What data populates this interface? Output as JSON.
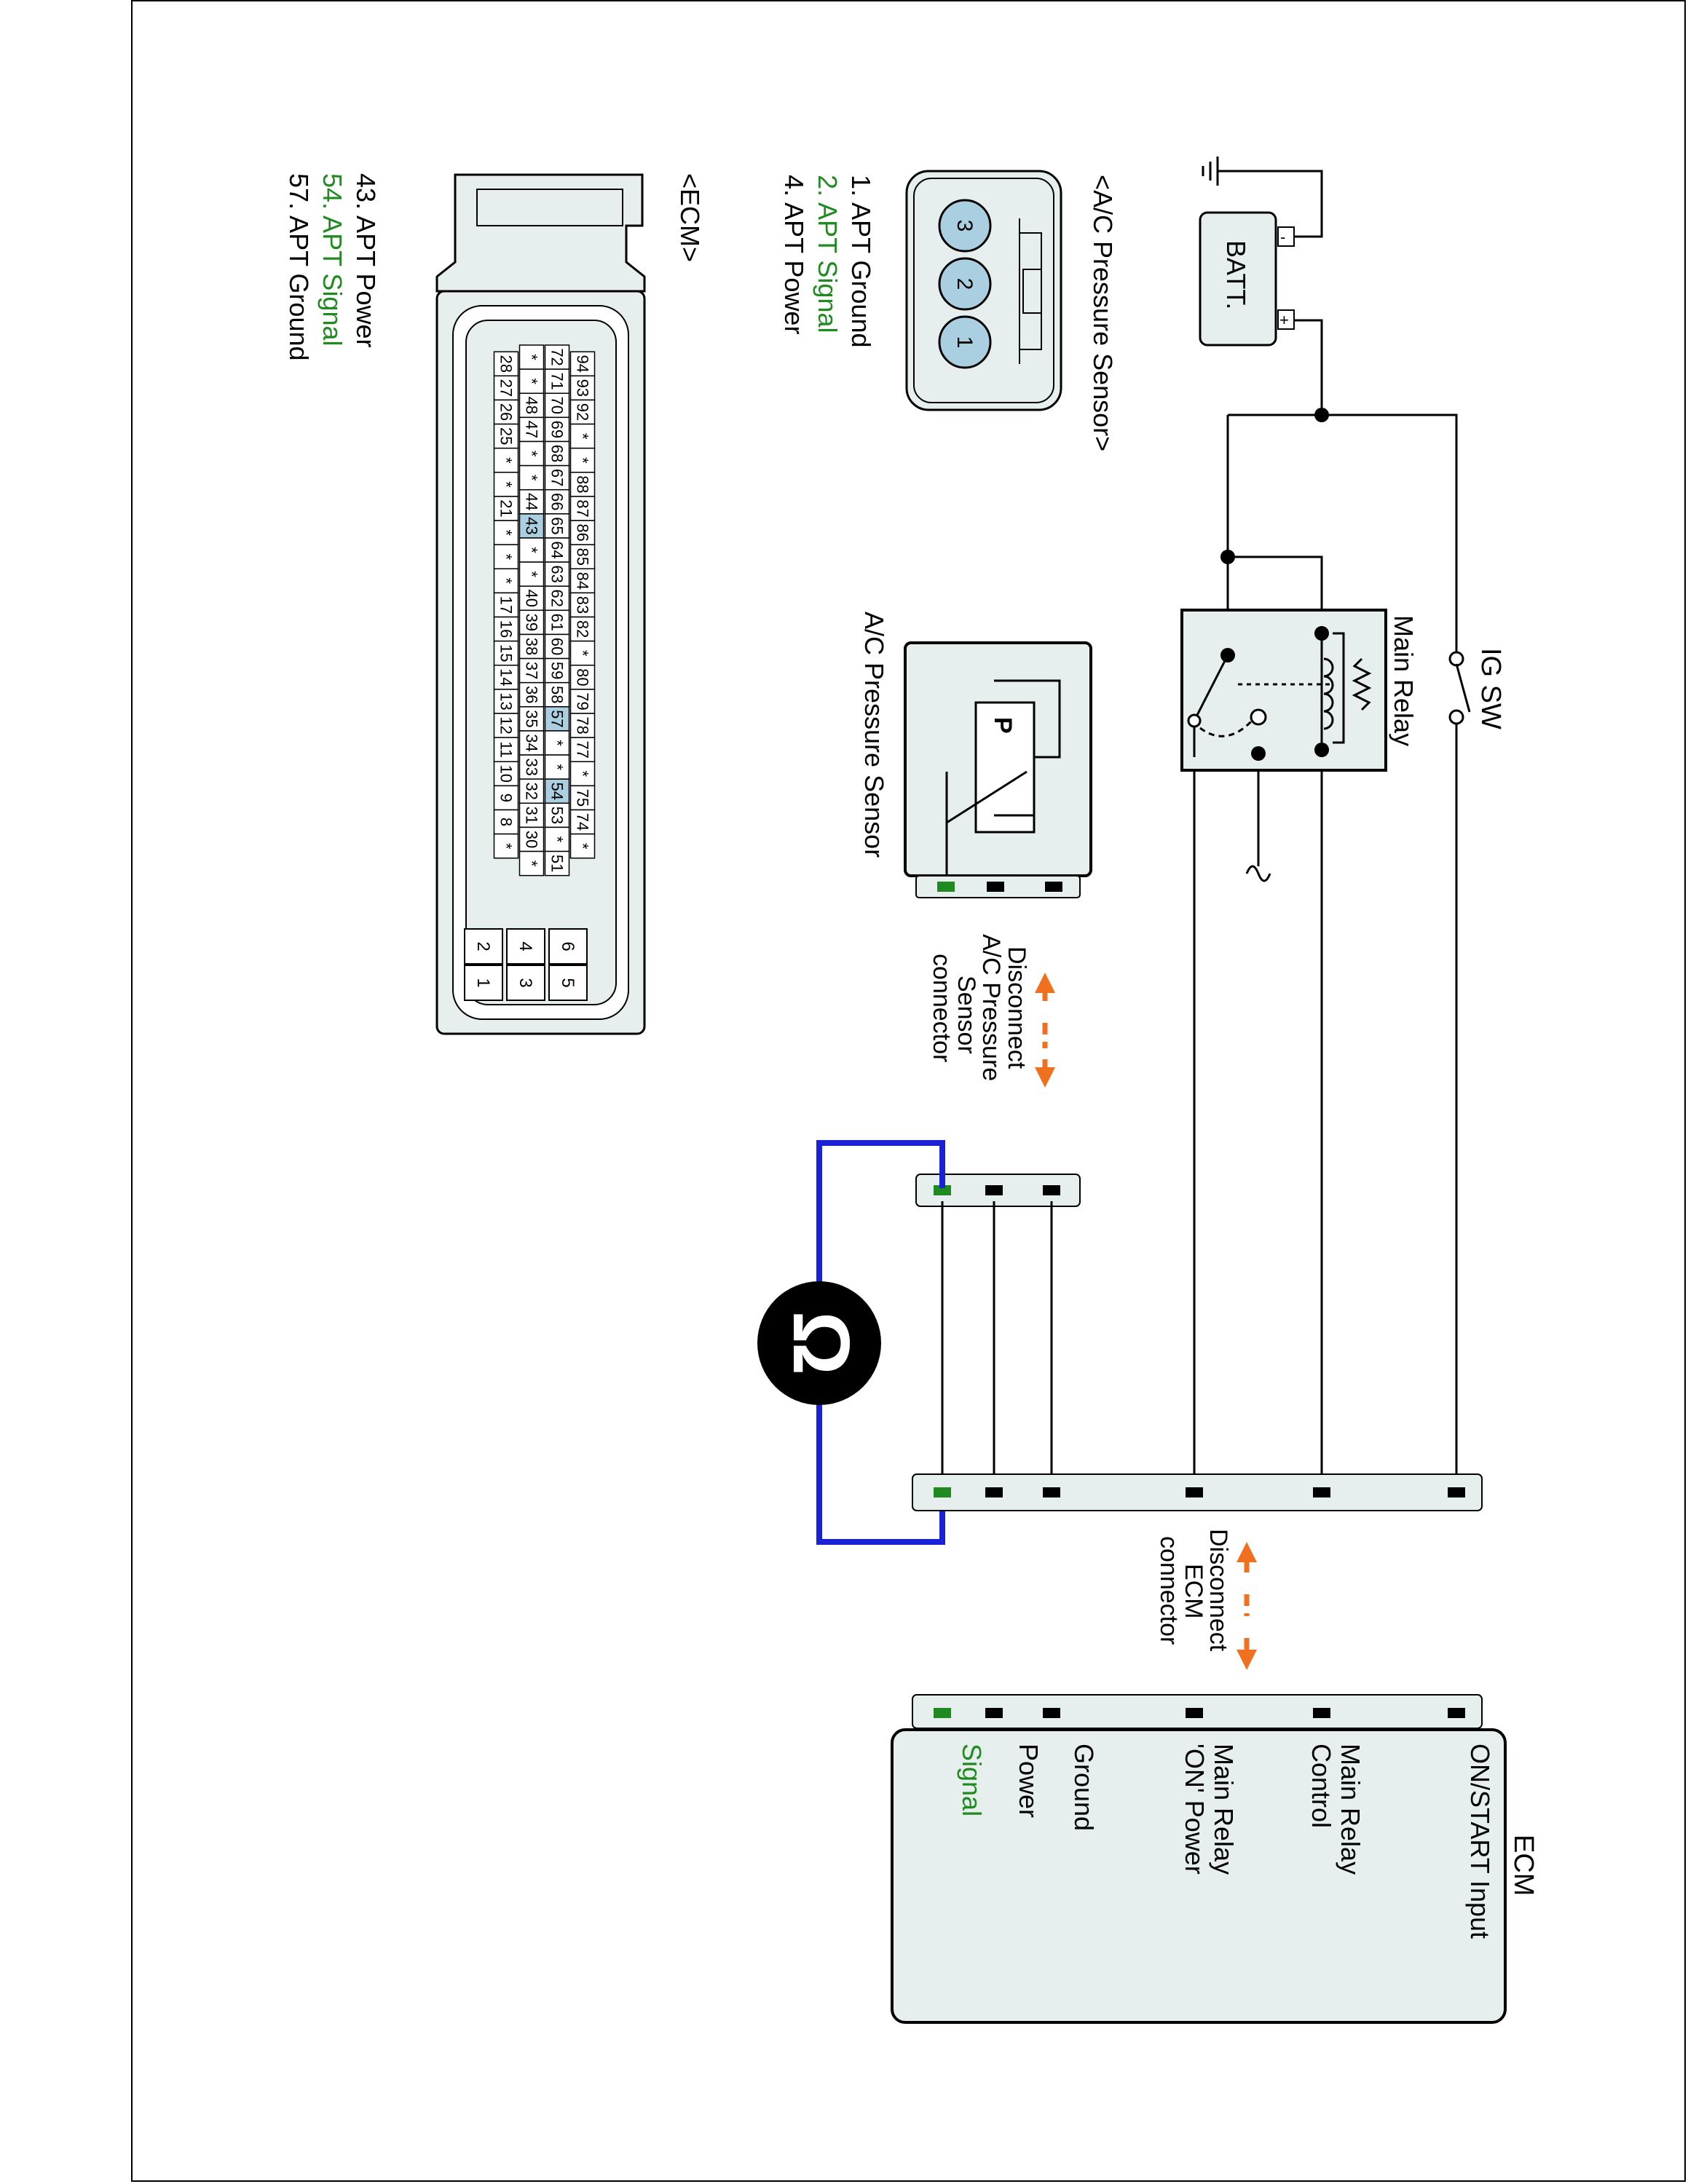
{
  "title": "ECM",
  "battery": {
    "label": "BATT.",
    "pos": "+",
    "neg": "-"
  },
  "ig_sw": {
    "label": "IG SW"
  },
  "main_relay": {
    "label": "Main Relay"
  },
  "sensor_schematic": {
    "label": "A/C Pressure Sensor",
    "symbol": "P"
  },
  "disconnect_sensor": {
    "lines": [
      "Disconnect",
      "A/C Pressure",
      "Sensor",
      "connector"
    ]
  },
  "disconnect_ecm": {
    "lines": [
      "Disconnect",
      "ECM",
      "connector"
    ]
  },
  "meter": {
    "symbol": "Ω"
  },
  "ecm_box": {
    "title": "ECM",
    "pins": [
      {
        "lines": [
          "ON/START  Input"
        ],
        "color": "#000000"
      },
      {
        "lines": [
          "Main Relay",
          "Control"
        ],
        "color": "#000000"
      },
      {
        "lines": [
          "Main Relay",
          "'ON' Power"
        ],
        "color": "#000000"
      },
      {
        "lines": [
          "Ground"
        ],
        "color": "#000000"
      },
      {
        "lines": [
          "Power"
        ],
        "color": "#000000"
      },
      {
        "lines": [
          "Signal"
        ],
        "color": "#1f8a1f"
      }
    ]
  },
  "sensor_connector": {
    "title": "<A/C Pressure Sensor>",
    "pins": [
      "3",
      "2",
      "1"
    ],
    "legend": [
      {
        "text": "1. APT Ground",
        "color": "#000000"
      },
      {
        "text": "2. APT Signal",
        "color": "#1f8a1f"
      },
      {
        "text": "4. APT Power",
        "color": "#000000"
      }
    ]
  },
  "ecm_connector": {
    "title": "<ECM>",
    "row1": [
      "94",
      "93",
      "92",
      "*",
      "*",
      "88",
      "87",
      "86",
      "85",
      "84",
      "83",
      "82",
      "*",
      "80",
      "79",
      "78",
      "77",
      "*",
      "75",
      "74",
      "*"
    ],
    "row2": [
      "72",
      "71",
      "70",
      "69",
      "68",
      "67",
      "66",
      "65",
      "64",
      "63",
      "62",
      "61",
      "60",
      "59",
      "58",
      "57",
      "*",
      "*",
      "54",
      "53",
      "*",
      "51"
    ],
    "row3": [
      "*",
      "*",
      "48",
      "47",
      "*",
      "*",
      "44",
      "43",
      "*",
      "*",
      "40",
      "39",
      "38",
      "37",
      "36",
      "35",
      "34",
      "33",
      "32",
      "31",
      "30",
      "*"
    ],
    "row4": [
      "28",
      "27",
      "26",
      "25",
      "*",
      "*",
      "21",
      "*",
      "*",
      "*",
      "17",
      "16",
      "15",
      "14",
      "13",
      "12",
      "11",
      "10",
      "9",
      "8",
      "*"
    ],
    "highlight": [
      "43",
      "54",
      "57"
    ],
    "small_block": [
      "6",
      "5",
      "4",
      "3",
      "2",
      "1"
    ],
    "legend": [
      {
        "text": "43. APT Power",
        "color": "#000000"
      },
      {
        "text": "54. APT Signal",
        "color": "#1f8a1f"
      },
      {
        "text": "57. APT Ground",
        "color": "#000000"
      }
    ]
  },
  "colors": {
    "signal": "#1f8a1f",
    "meter_lead": "#1a22d6",
    "arrow": "#f07020",
    "panel": "#e6eeee",
    "pin_highlight": "#a9cfe0"
  }
}
